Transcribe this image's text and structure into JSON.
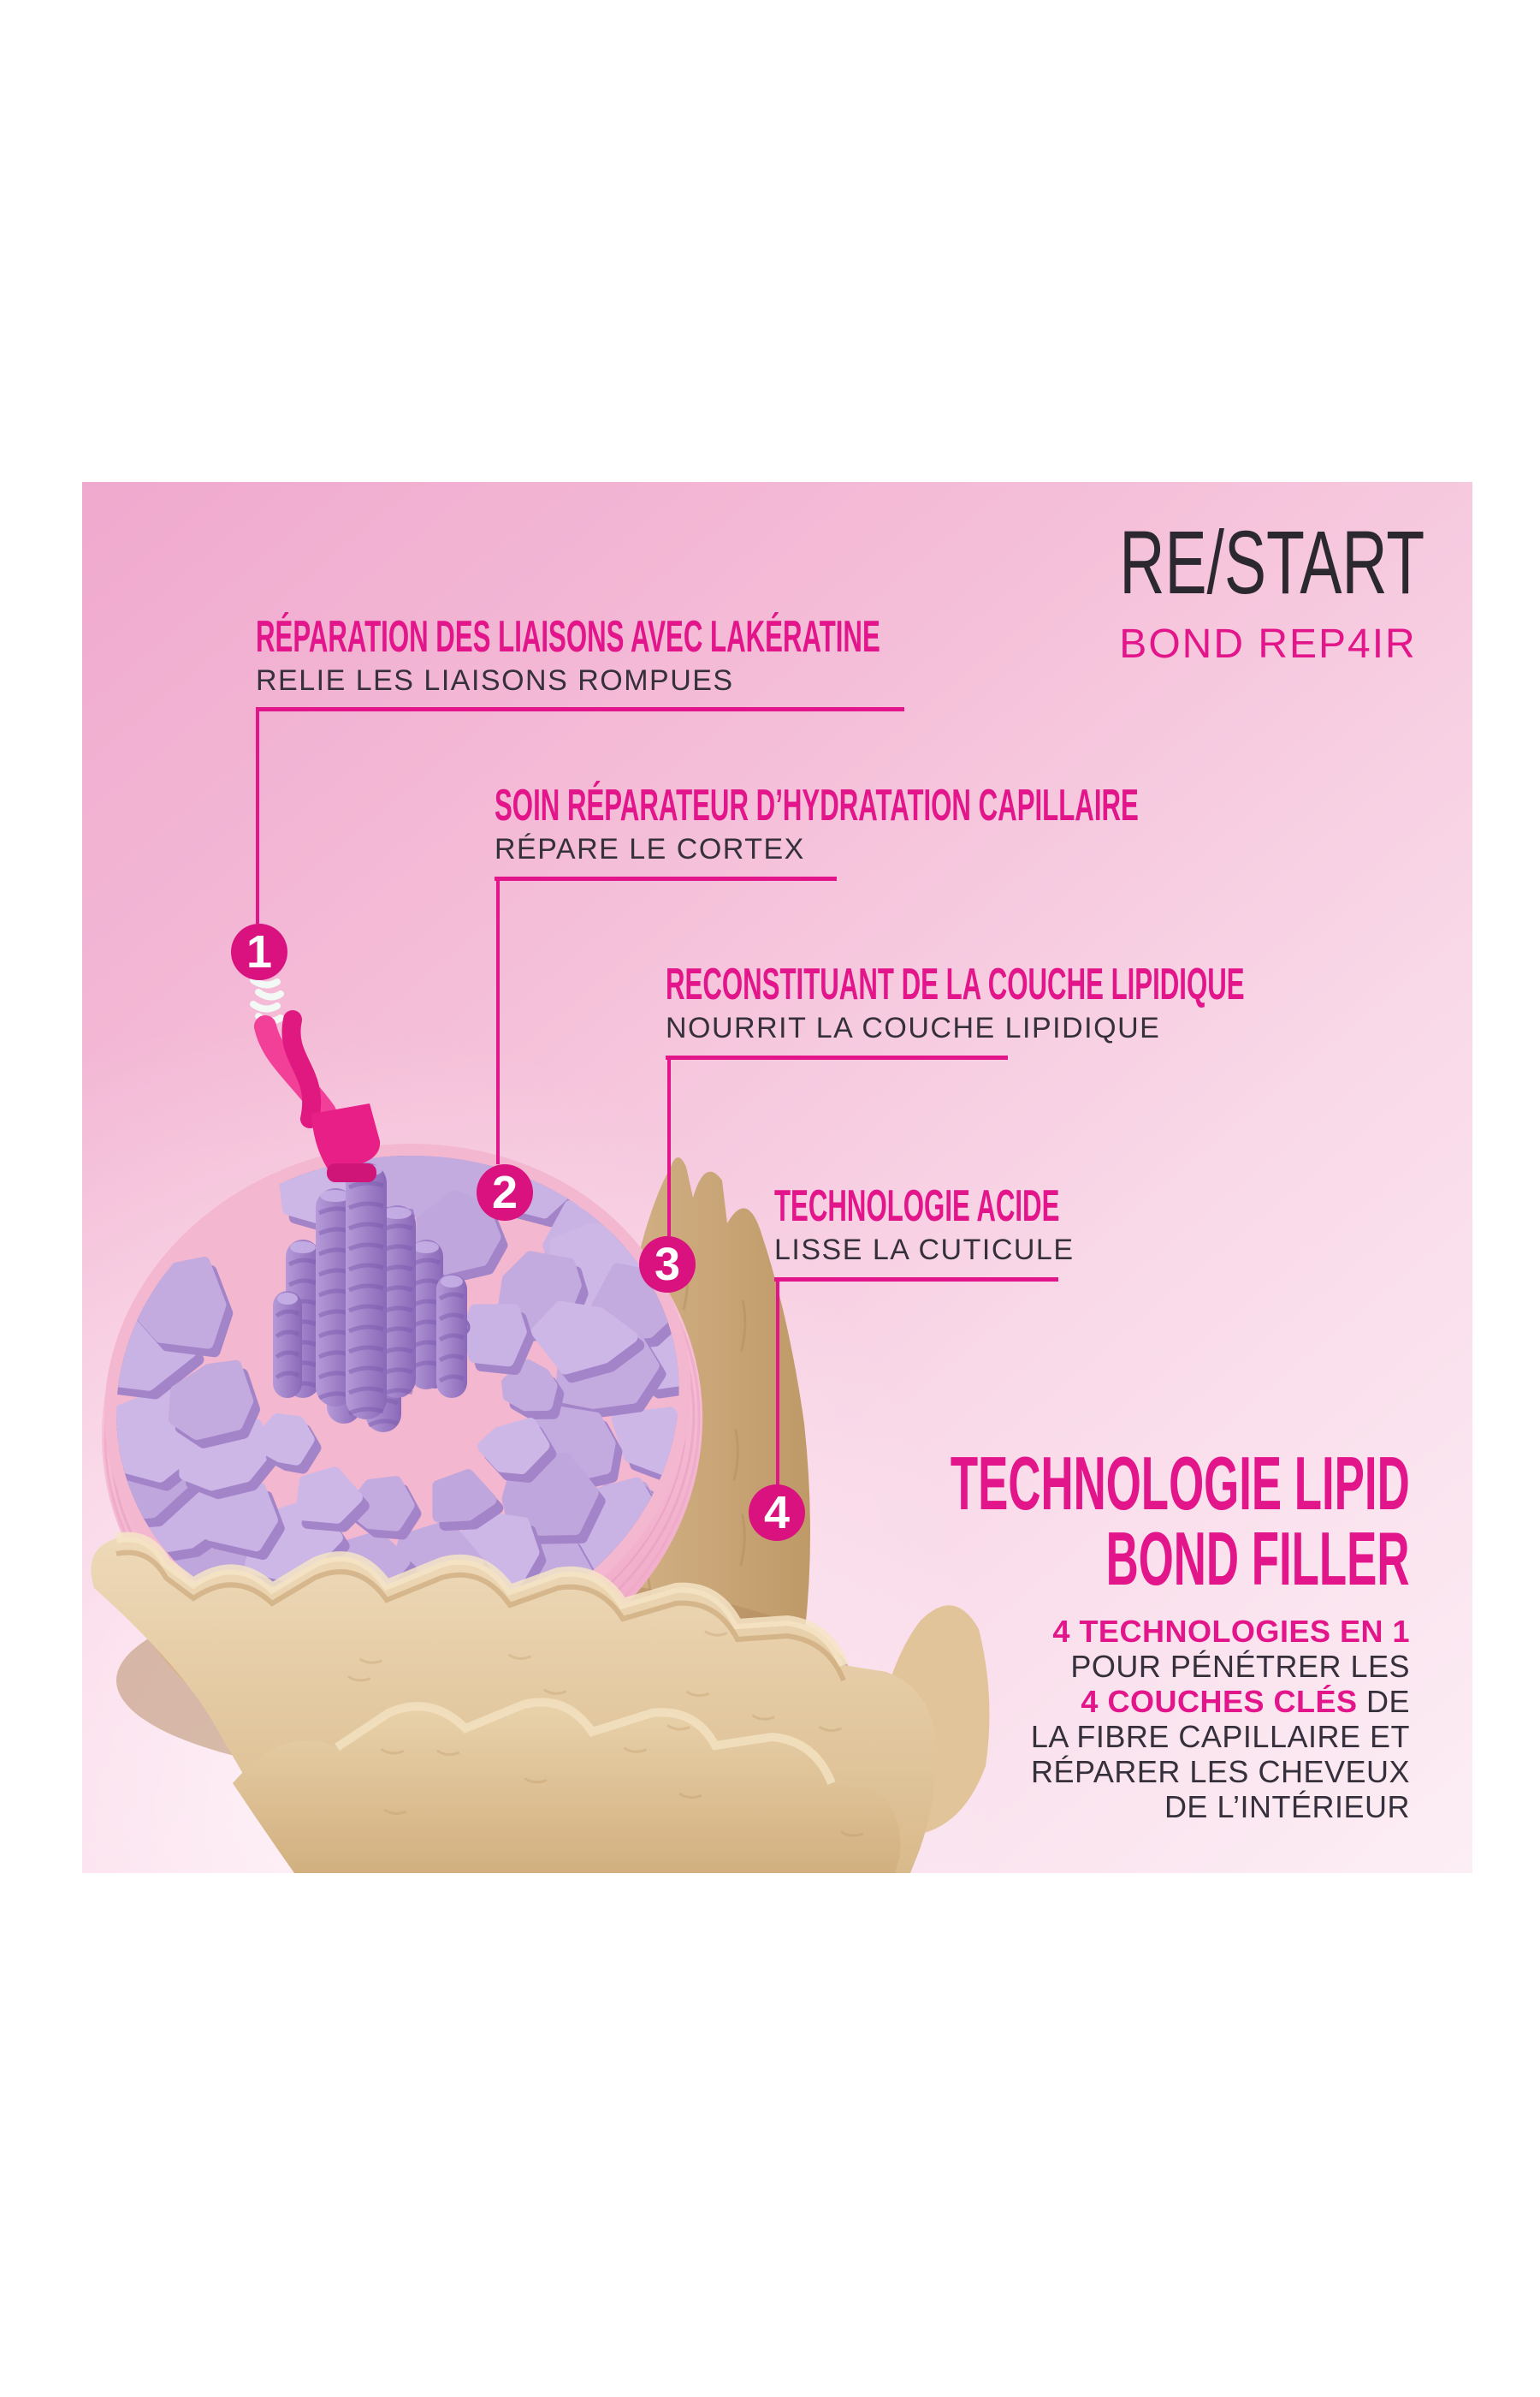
{
  "brand": {
    "logo": "RE/START",
    "subline": "BOND REP4IR"
  },
  "callouts": [
    {
      "number": "1",
      "title": "RÉPARATION DES LIAISONS AVEC LAKÉRATINE",
      "subtitle": "RELIE LES LIAISONS ROMPUES"
    },
    {
      "number": "2",
      "title": "SOIN RÉPARATEUR D’HYDRATATION CAPILLAIRE",
      "subtitle": "RÉPARE LE CORTEX"
    },
    {
      "number": "3",
      "title": "RECONSTITUANT DE LA COUCHE LIPIDIQUE",
      "subtitle": "NOURRIT LA COUCHE LIPIDIQUE"
    },
    {
      "number": "4",
      "title": "TECHNOLOGIE ACIDE",
      "subtitle": "LISSE LA CUTICULE"
    }
  ],
  "technology": {
    "heading_line1": "TECHNOLOGIE LIPID",
    "heading_line2": "BOND FILLER",
    "description": [
      {
        "segments": [
          {
            "text": "4 TECHNOLOGIES EN 1",
            "em": true
          }
        ]
      },
      {
        "segments": [
          {
            "text": "POUR PÉNÉTRER LES",
            "em": false
          }
        ]
      },
      {
        "segments": [
          {
            "text": "4 COUCHES CLÉS",
            "em": true
          },
          {
            "text": " DE",
            "em": false
          }
        ]
      },
      {
        "segments": [
          {
            "text": "LA FIBRE CAPILLAIRE ET",
            "em": false
          }
        ]
      },
      {
        "segments": [
          {
            "text": "RÉPARER LES CHEVEUX",
            "em": false
          }
        ]
      },
      {
        "segments": [
          {
            "text": "DE L’INTÉRIEUR",
            "em": false
          }
        ]
      }
    ]
  },
  "illustration": {
    "subject": "hair-fiber-cross-section"
  },
  "colors": {
    "accent": "#e3158a",
    "marker": "#d91280",
    "dark_text": "#35303c",
    "logo_text": "#2c2830",
    "panel_pink": "#f4bcd7"
  }
}
